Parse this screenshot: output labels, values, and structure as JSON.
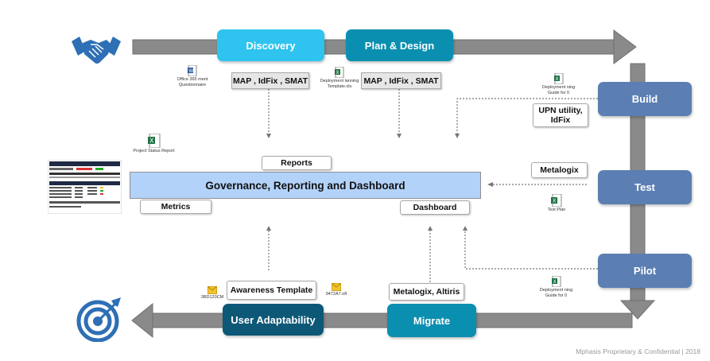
{
  "phases": {
    "discovery": "Discovery",
    "plan_design": "Plan & Design",
    "build": "Build",
    "test": "Test",
    "pilot": "Pilot",
    "migrate": "Migrate",
    "user_adaptability": "User Adaptability"
  },
  "tools": {
    "discovery_tools": "MAP , IdFix , SMAT",
    "plan_tools": "MAP , IdFix , SMAT",
    "build_tools": "UPN utility, IdFix",
    "test_tools": "Metalogix",
    "migrate_tools": "Metalogix, Altiris",
    "awareness": "Awareness Template"
  },
  "governance": {
    "title": "Governance, Reporting and Dashboard",
    "reports": "Reports",
    "metrics": "Metrics",
    "dashboard": "Dashboard"
  },
  "documents": {
    "office365_q": "Office 365 ment Questionnaire",
    "deploy_template": "Deployment lanning Template.xls",
    "build_doc": "Deployment ning Guide for 0",
    "project_status": "Project Status Report",
    "test_plan": "Test Plan",
    "pilot_doc": "Deployment ning Guide for 0",
    "awareness_file1": "3BD120CM",
    "awareness_file2": "9472A7.oft"
  },
  "footer": "Mphasis Proprietary & Confidential | 2018",
  "colors": {
    "discovery": "#2ec4ef",
    "plan_design": "#0b8fb0",
    "build_test_pilot": "#5b7fb3",
    "migrate": "#0b8fb0",
    "user_adaptability": "#0e5877",
    "governance_bar": "#b3d2f9",
    "flow_arrow": "#8a8a8a",
    "icons": "#2e6fb5"
  },
  "icons": [
    "handshake-icon",
    "target-icon",
    "word-doc-icon",
    "excel-doc-icon",
    "envelope-icon",
    "report-thumbnail"
  ]
}
